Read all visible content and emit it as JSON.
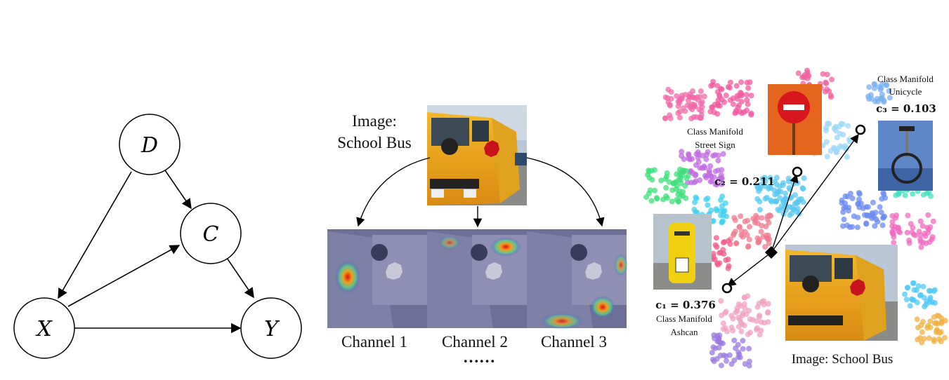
{
  "graph": {
    "nodes": {
      "D": "D",
      "C": "C",
      "X": "X",
      "Y": "Y"
    }
  },
  "middle": {
    "image_caption_line1": "Image:",
    "image_caption_line2": "School Bus",
    "channels": [
      "Channel 1",
      "Channel 2",
      "Channel 3"
    ],
    "ellipsis": "……"
  },
  "right": {
    "manifold_street": {
      "line1": "Class Manifold",
      "line2": "Street Sign",
      "coef": "c₂ = 0.211"
    },
    "manifold_unicycle": {
      "line1": "Class Manifold",
      "line2": "Unicycle",
      "coef": "c₃ = 0.103"
    },
    "manifold_ashcan": {
      "line1": "Class Manifold",
      "line2": "Ashcan",
      "coef": "c₁ = 0.376"
    },
    "image_caption": "Image: School Bus"
  }
}
